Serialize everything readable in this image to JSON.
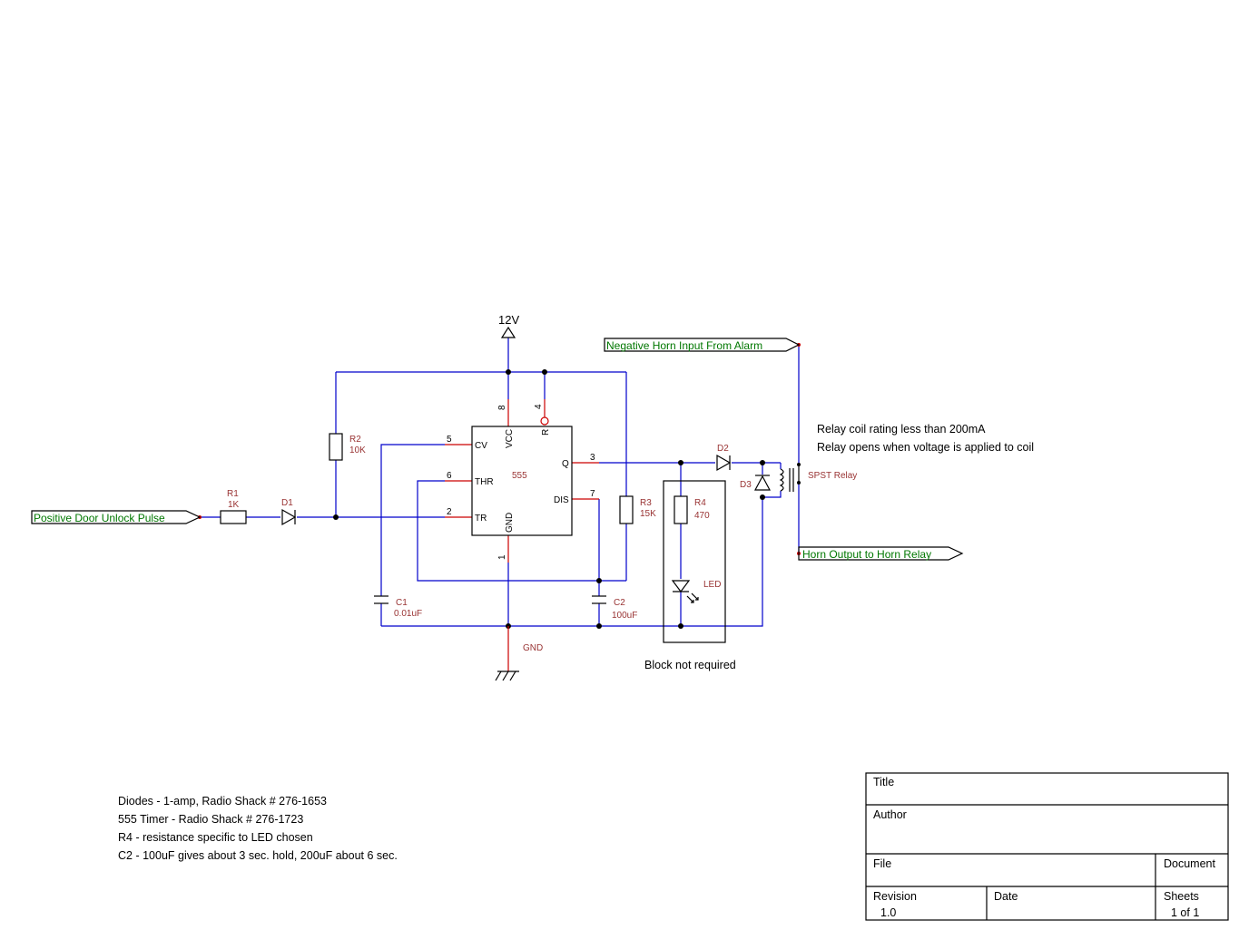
{
  "power": {
    "vcc_label": "12V",
    "gnd_label": "GND"
  },
  "ports": {
    "positive_input": "Positive Door Unlock Pulse",
    "negative_horn_input": "Negative Horn Input From Alarm",
    "horn_output": "Horn Output to Horn Relay"
  },
  "components": {
    "R1": {
      "ref": "R1",
      "value": "1K"
    },
    "R2": {
      "ref": "R2",
      "value": "10K"
    },
    "R3": {
      "ref": "R3",
      "value": "15K"
    },
    "R4": {
      "ref": "R4",
      "value": "470"
    },
    "C1": {
      "ref": "C1",
      "value": "0.01uF"
    },
    "C2": {
      "ref": "C2",
      "value": "100uF"
    },
    "D1": {
      "ref": "D1"
    },
    "D2": {
      "ref": "D2"
    },
    "D3": {
      "ref": "D3"
    },
    "LED": {
      "ref": "LED"
    },
    "relay": {
      "ref": "SPST Relay"
    },
    "ic": {
      "name": "555"
    }
  },
  "ic_pins": {
    "vcc": {
      "num": "8",
      "label": "VCC"
    },
    "reset": {
      "num": "4",
      "label": "R"
    },
    "cv": {
      "num": "5",
      "label": "CV"
    },
    "thr": {
      "num": "6",
      "label": "THR"
    },
    "tr": {
      "num": "2",
      "label": "TR"
    },
    "q": {
      "num": "3",
      "label": "Q"
    },
    "dis": {
      "num": "7",
      "label": "DIS"
    },
    "gnd": {
      "num": "1",
      "label": "GND"
    }
  },
  "annotations": {
    "relay_note_1": "Relay coil rating less than 200mA",
    "relay_note_2": "Relay opens when voltage is applied to coil",
    "block_note": "Block not required"
  },
  "notes": [
    "Diodes - 1-amp, Radio Shack # 276-1653",
    "555 Timer - Radio Shack # 276-1723",
    "R4 - resistance specific to LED chosen",
    "C2 - 100uF gives about 3 sec. hold, 200uF about 6 sec."
  ],
  "title_block": {
    "title_label": "Title",
    "title_value": "",
    "author_label": "Author",
    "author_value": "",
    "file_label": "File",
    "document_label": "Document",
    "revision_label": "Revision",
    "revision_value": "1.0",
    "date_label": "Date",
    "date_value": "",
    "sheets_label": "Sheets",
    "sheets_value": "1 of 1"
  }
}
